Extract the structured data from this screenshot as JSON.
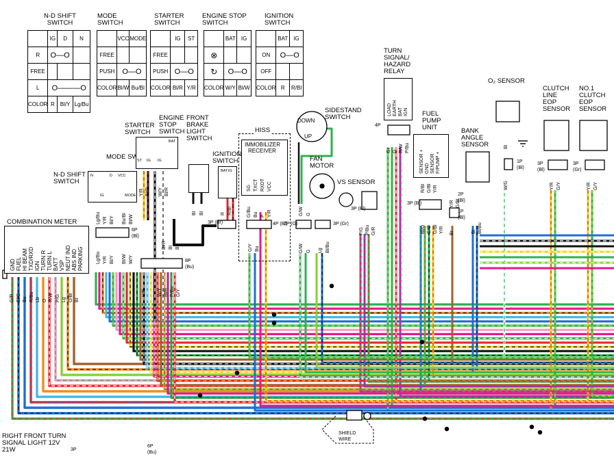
{
  "switch_tables": [
    {
      "title": [
        "N-D SHIFT",
        "SWITCH"
      ],
      "columns": [
        "IG",
        "D",
        "N"
      ],
      "rows": [
        "R",
        "FREE",
        "L",
        "COLOR"
      ],
      "colors": [
        "R",
        "Bl/Y",
        "Lg/Bu"
      ]
    },
    {
      "title": [
        "MODE",
        "SWITCH"
      ],
      "columns": [
        "VCC",
        "MODE"
      ],
      "rows": [
        "FREE",
        "PUSH",
        "COLOR"
      ],
      "colors": [
        "Bl/W",
        "Bu/Bl"
      ]
    },
    {
      "title": [
        "STARTER",
        "SWITCH"
      ],
      "columns": [
        "IG",
        "ST"
      ],
      "rows": [
        "FREE",
        "PUSH",
        "COLOR"
      ],
      "colors": [
        "Bl/R",
        "Y/R"
      ]
    },
    {
      "title": [
        "ENGINE STOP",
        "SWITCH"
      ],
      "columns": [
        "BAT",
        "IG"
      ],
      "rows": [
        "",
        "",
        "COLOR"
      ],
      "colors": [
        "W/Y",
        "Bl/W"
      ]
    },
    {
      "title": [
        "IGNITION",
        "SWITCH"
      ],
      "columns": [
        "BAT",
        "IG"
      ],
      "rows": [
        "ON",
        "OFF",
        "COLOR"
      ],
      "colors": [
        "R",
        "R/Bl"
      ]
    }
  ],
  "components": {
    "turn_relay": {
      "title": [
        "TURN",
        "SIGNAL/",
        "HAZARD",
        "RELAY"
      ],
      "pins": [
        "LOAD",
        "EARTH",
        "BAT",
        "IGN"
      ],
      "connector": "4P",
      "wires": [
        "Gr",
        "G",
        "R/W",
        "P/Bu"
      ]
    },
    "fuel_pump": {
      "title": [
        "FUEL",
        "PUMP",
        "UNIT"
      ],
      "pins": [
        "SENSOR +",
        "GND",
        "SENSOR",
        "F/PUMP +"
      ],
      "connector": "3P (Bl)",
      "wires_top": [
        "R/Bl",
        "G/Bl",
        "Y/R"
      ],
      "wires_bot": [
        "Bl/G",
        "G/O",
        "G/Bl",
        "Y/R"
      ]
    },
    "bank_angle": {
      "title": [
        "BANK",
        "ANGLE",
        "SENSOR"
      ],
      "wires": [
        "Bl",
        "Bl/Bu",
        "Br"
      ],
      "conn_a": "2P (Bl)",
      "conn_b": "1P (Bl)",
      "conn_wires": [
        "Y/R",
        "G/Bl"
      ]
    },
    "o2_sensor": {
      "title": "O₂ SENSOR",
      "wire": "Bl",
      "connector": "1P (Bl)",
      "wire2": "W/G"
    },
    "clutch_eop": {
      "title": [
        "CLUTCH",
        "LINE",
        "EOP",
        "SENSOR"
      ],
      "connector": "3P (Bl)",
      "wires": [
        "Y/R",
        "G/Y"
      ]
    },
    "no1_clutch_eop": {
      "title": [
        "NO.1",
        "CLUTCH",
        "EOP",
        "SENSOR"
      ],
      "connector": "3P (Gr)",
      "wires": [
        "Y/R",
        "G/Y"
      ]
    },
    "sidestand": {
      "title": [
        "SIDESTAND",
        "SWITCH"
      ],
      "down": "DOWN",
      "up": "UP",
      "wires": [
        "G/W",
        "G"
      ]
    },
    "fan_motor": {
      "title": [
        "FAN",
        "MOTOR"
      ],
      "connector": "2P (G)",
      "wires": [
        "G/W",
        "G"
      ]
    },
    "vs_sensor": {
      "title": "VS SENSOR",
      "connector_left": "3P (Bl)",
      "connector_right": "3P (Gr)",
      "wires": [
        "P/G",
        "P/Bu",
        "G/R"
      ],
      "wires_b": [
        "Lg",
        "Bl/Bu"
      ]
    },
    "hiss": {
      "title": "HISS",
      "receiver": [
        "IMMOBILIZER",
        "RECEIVER"
      ],
      "pins": [
        "SG",
        "TXCT",
        "RXDT",
        "VCC"
      ],
      "connector": "4P (Bl)",
      "wires_top": [
        "G/Bu",
        "Bu",
        "P",
        "Y/R"
      ],
      "wires_bot": [
        "G/Y",
        "Bu"
      ]
    },
    "ignition_switch": {
      "title": [
        "IGNITION",
        "SWITCH"
      ],
      "pins": [
        "BAT",
        "IG"
      ],
      "connector": "3P (Br)",
      "wires": [
        "R",
        "R/Bl"
      ]
    },
    "front_brake": {
      "title": [
        "FRONT",
        "BRAKE",
        "LIGHT",
        "SWITCH"
      ],
      "wires": [
        "Bl",
        "Bl"
      ],
      "wires_b": [
        "G/Y",
        "Bl"
      ]
    },
    "engine_stop": {
      "title": [
        "ENGINE",
        "STOP",
        "SWITCH"
      ],
      "pins": [
        "IG",
        "BAT"
      ],
      "wires": [
        "W/Y",
        "Bl/R"
      ]
    },
    "starter": {
      "title": [
        "STARTER",
        "SWITCH"
      ],
      "pins": [
        "ST",
        "IG"
      ],
      "wires": [
        "Y/R",
        "Bl/R"
      ]
    },
    "mode_switch": {
      "title": "MODE SWITCH",
      "pins": [
        "VCC",
        "MODE"
      ]
    },
    "connector_8p": {
      "label": [
        "8P",
        "(Bu)"
      ],
      "wires": [
        "Y/R",
        "W/Y",
        "Bl/R",
        "P/Bu",
        "G/Y",
        "Bl",
        "Bl/R"
      ]
    },
    "nd_shift": {
      "title": [
        "N-D SHIFT",
        "SWITCH"
      ],
      "pins": [
        "N",
        "D",
        "IG",
        "VCC",
        "MODE"
      ],
      "connector": [
        "6P",
        "(Bl)"
      ],
      "wires": [
        "Lg/Bu",
        "Y/R",
        "Bl/Y",
        "Bu/Bl",
        "Bl/W",
        "W/Y"
      ]
    },
    "combination_meter": {
      "title": "COMBINATION METER",
      "pins": [
        "GND",
        "FUEL",
        "HI BEAM",
        "TXD/RXD",
        "IGN",
        "TURN R",
        "TURN L",
        "BATT",
        "VSP",
        "NEUT IND",
        "ABS IND",
        "PARKING"
      ],
      "wires": [
        "G/R",
        "Bl/G",
        "Bu",
        "R/Bu",
        "Lb",
        "O",
        "R/W",
        "P/G",
        "Lg",
        "O/Bl",
        "Br"
      ]
    },
    "shield": {
      "label": [
        "SHIELD",
        "WIRE"
      ]
    },
    "front_turn": {
      "label": [
        "RIGHT FRONT TURN",
        "SIGNAL LIGHT 12V",
        "21W"
      ],
      "conn_a": "3P",
      "conn_b": "6P",
      "conn_b2": "(Bu)"
    }
  },
  "colors": {
    "green": "#2bb24c",
    "red": "#e8262a",
    "magenta": "#e8178a",
    "blue": "#1e6fd0",
    "cyan": "#45b8e0",
    "brown": "#a0622d",
    "yellow": "#f2d21b",
    "black": "#111111",
    "lightgreen": "#8ccd3b",
    "orange": "#f28c1e",
    "pink": "#f49ac1",
    "white": "#ffffff",
    "gray": "#888888"
  }
}
